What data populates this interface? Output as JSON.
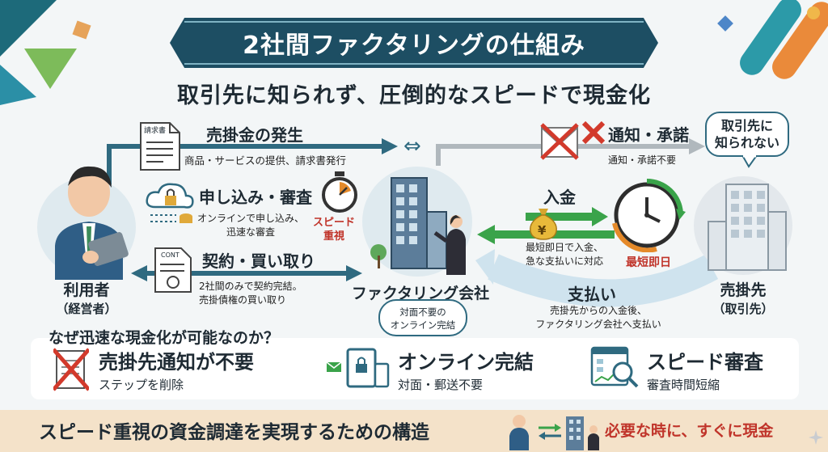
{
  "title": "2社間ファクタリングの仕組み",
  "subtitle": "取引先に知られず、圧倒的なスピードで現金化",
  "actors": {
    "user": {
      "name": "利用者",
      "sub": "（経営者）"
    },
    "factoring": {
      "name": "ファクタリング会社",
      "badge_line1": "対面不要の",
      "badge_line2": "オンライン完結"
    },
    "customer": {
      "name": "売掛先",
      "sub": "（取引先）",
      "bubble_line1": "取引先に",
      "bubble_line2": "知られない"
    }
  },
  "steps": {
    "receivable": {
      "title": "売掛金の発生",
      "desc": "商品・サービスの提供、請求書発行",
      "doc_label": "請求書"
    },
    "application": {
      "title": "申し込み・審査",
      "desc_line1": "オンラインで申し込み、",
      "desc_line2": "迅速な審査",
      "speed_line1": "スピード",
      "speed_line2": "重視"
    },
    "contract": {
      "title": "契約・買い取り",
      "desc_line1": "2社間のみで契約完結。",
      "desc_line2": "売掛債権の買い取り",
      "doc_label": "CONT"
    },
    "notice": {
      "title": "通知・承諾",
      "desc": "通知・承諾不要"
    },
    "deposit": {
      "title": "入金",
      "desc_line1": "最短即日で入金、",
      "desc_line2": "急な支払いに対応",
      "badge": "最短即日",
      "coin": "¥"
    },
    "payment": {
      "title": "支払い",
      "desc_line1": "売掛先からの入金後、",
      "desc_line2": "ファクタリング会社へ支払い"
    }
  },
  "why": {
    "heading": "なぜ迅速な現金化が可能なのか？",
    "reasons": [
      {
        "title": "売掛先通知が不要",
        "sub": "ステップを削除"
      },
      {
        "title": "オンライン完結",
        "sub": "対面・郵送不要"
      },
      {
        "title": "スピード審査",
        "sub": "審査時間短縮"
      }
    ]
  },
  "footer": {
    "left": "スピード重視の資金調達を実現するための構造",
    "right": "必要な時に、すぐに現金"
  },
  "colors": {
    "navy": "#1d4e63",
    "teal_arrow": "#2f6a80",
    "green_arrow": "#3aa34a",
    "gray_arrow": "#a9b1b6",
    "red": "#c0342a",
    "footer_bg": "#f4e2c9"
  }
}
